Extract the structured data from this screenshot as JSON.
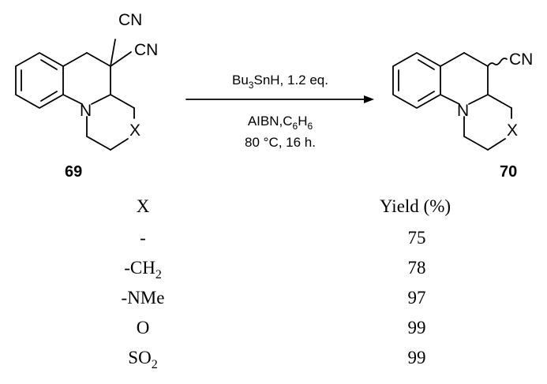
{
  "reactant": {
    "label": "69",
    "atoms": {
      "cn1": "CN",
      "cn2": "CN",
      "n": "N",
      "x": "X"
    }
  },
  "product": {
    "label": "70",
    "atoms": {
      "cn": "CN",
      "n": "N",
      "x": "X"
    }
  },
  "conditions": {
    "reagent_main": "Bu",
    "reagent_sub": "3",
    "reagent_rest": "SnH, 1.2 eq.",
    "line2_pre": "AIBN,C",
    "line2_sub1": "6",
    "line2_mid": "H",
    "line2_sub2": "6",
    "line3": "80 °C, 16 h."
  },
  "table": {
    "header_x": "X",
    "header_yield": "Yield (%)",
    "rows": [
      {
        "x_main": "-",
        "x_sub": "",
        "yield": "75"
      },
      {
        "x_main": "-CH",
        "x_sub": "2",
        "yield": "78"
      },
      {
        "x_main": "-NMe",
        "x_sub": "",
        "yield": "97"
      },
      {
        "x_main": "O",
        "x_sub": "",
        "yield": "99"
      },
      {
        "x_main": "SO",
        "x_sub": "2",
        "yield": "99"
      }
    ]
  }
}
